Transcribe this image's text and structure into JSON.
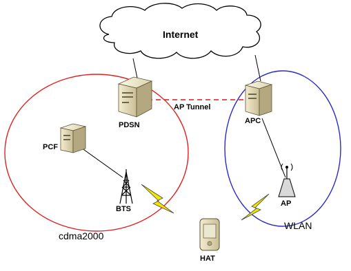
{
  "cloud": {
    "label": "Internet"
  },
  "regions": {
    "cdma": "cdma2000",
    "wlan": "WLAN"
  },
  "nodes": {
    "pdsn": "PDSN",
    "pcf": "PCF",
    "bts": "BTS",
    "apc": "APC",
    "ap": "AP",
    "hat": "HAT"
  },
  "links": {
    "tunnel": "AP Tunnel"
  },
  "colors": {
    "cdma_boundary": "#e02020",
    "wlan_boundary": "#2a2ac8",
    "tunnel": "#d21c1c",
    "lightning": "#f2e600",
    "device_body": "#e6dcb6"
  }
}
